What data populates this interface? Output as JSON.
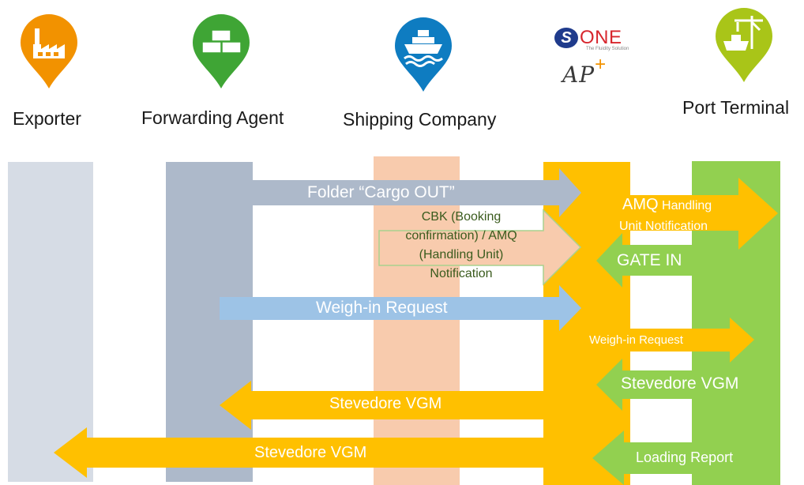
{
  "actors": [
    {
      "name": "Exporter",
      "color": "#f29200",
      "icon": "factory-icon"
    },
    {
      "name": "Forwarding Agent",
      "color": "#3fa535",
      "icon": "boxes-icon"
    },
    {
      "name": "Shipping Company",
      "color": "#0e7cc1",
      "icon": "ship-icon"
    },
    {
      "name": "Port Terminal",
      "color": "#a9c518",
      "icon": "crane-ship-icon"
    }
  ],
  "logos": {
    "one": {
      "mark": "S",
      "text": "ONE",
      "tagline": "The Fluidity Solution"
    },
    "ap": {
      "text": "AP",
      "mark": "+"
    }
  },
  "lane_colors": {
    "exporter": "#d6dce5",
    "forwarding_agent": "#adb9ca",
    "shipping_company": "#f8cbad",
    "one_ap": "#ffc000",
    "port_terminal": "#92d050"
  },
  "messages": [
    {
      "id": "folder",
      "label": "Folder “Cargo OUT”",
      "color": "#adb9ca"
    },
    {
      "id": "cbk",
      "label_lines": [
        "CBK (Booking",
        "confirmation) / AMQ",
        "(Handling Unit)",
        "Notification"
      ],
      "color": "#f8cbad"
    },
    {
      "id": "amq",
      "label_main": "AMQ",
      "label_rest": "Handling",
      "label_line2": "Unit Notification",
      "color": "#ffc000"
    },
    {
      "id": "gate_in",
      "label": "GATE IN",
      "color": "#92d050"
    },
    {
      "id": "weigh_request_1",
      "label": "Weigh-in Request",
      "color": "#9dc3e6"
    },
    {
      "id": "weigh_request_2",
      "label": "Weigh-in Request",
      "color": "#ffc000"
    },
    {
      "id": "stevedore_vgm_1",
      "label": "Stevedore VGM",
      "color": "#92d050"
    },
    {
      "id": "stevedore_vgm_2",
      "label": "Stevedore VGM",
      "color": "#ffc000"
    },
    {
      "id": "stevedore_vgm_3",
      "label": "Stevedore VGM",
      "color": "#ffc000"
    },
    {
      "id": "loading_report",
      "label": "Loading Report",
      "color": "#92d050"
    }
  ]
}
